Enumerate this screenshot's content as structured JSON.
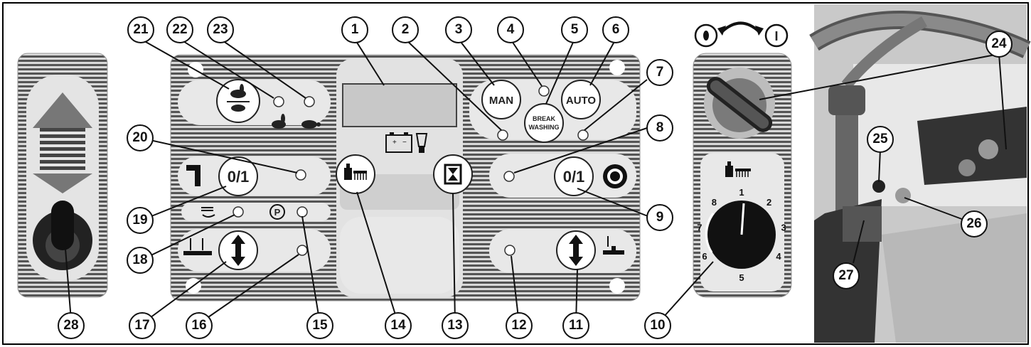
{
  "panel_labels": {
    "man": "MAN",
    "auto": "AUTO",
    "break_line1": "BREAK",
    "break_line2": "WASHING",
    "toggle_left": "0/1",
    "toggle_right": "0/1",
    "parking": "P"
  },
  "key_switch_labels": {
    "off": "0",
    "on": "I"
  },
  "dial_numbers": [
    "1",
    "2",
    "3",
    "4",
    "5",
    "6",
    "7",
    "8"
  ],
  "callouts": [
    "1",
    "2",
    "3",
    "4",
    "5",
    "6",
    "7",
    "8",
    "9",
    "10",
    "11",
    "12",
    "13",
    "14",
    "15",
    "16",
    "17",
    "18",
    "19",
    "20",
    "21",
    "22",
    "23",
    "24",
    "25",
    "26",
    "27",
    "28"
  ]
}
